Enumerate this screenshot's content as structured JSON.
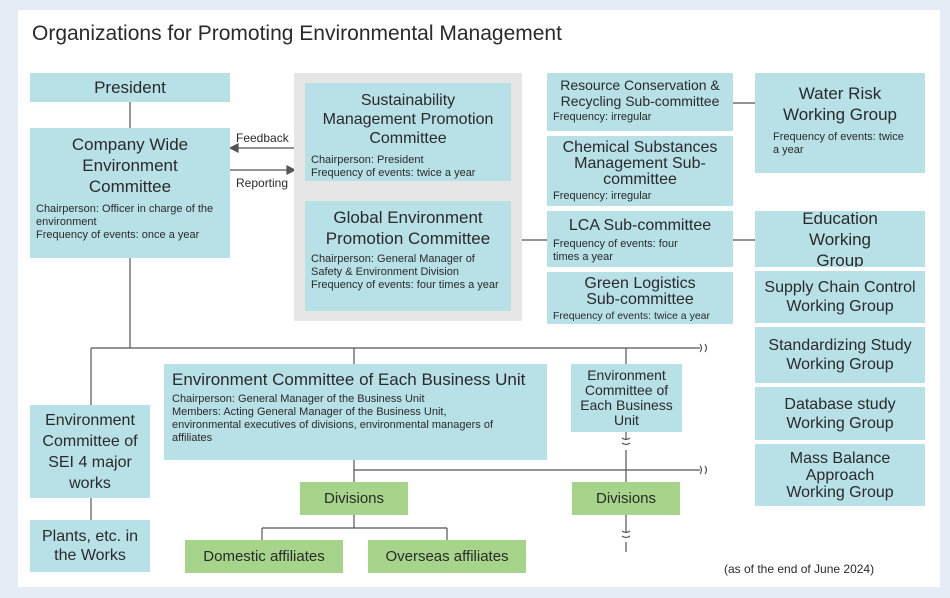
{
  "title": "Organizations for Promoting Environmental Management",
  "note": "(as of the end of June 2024)",
  "arrows": {
    "feedback": "Feedback",
    "reporting": "Reporting"
  },
  "president": "President",
  "company_committee": {
    "name": "Company Wide Environment Committee",
    "chair": "Chairperson: Officer in charge of the environment",
    "freq": "Frequency of events: once a year"
  },
  "sustainability_committee": {
    "name": "Sustainability Management Promotion Committee",
    "chair": "Chairperson: President",
    "freq": "Frequency of events: twice a year"
  },
  "global_committee": {
    "name": "Global Environment Promotion Committee",
    "chair": "Chairperson: General Manager of Safety & Environment Division",
    "freq": "Frequency of events: four times a year"
  },
  "subcommittees": {
    "resource": {
      "name": "Resource Conservation & Recycling Sub-committee",
      "freq": "Frequency: irregular"
    },
    "chemical": {
      "name": "Chemical Substances Management Sub-committee",
      "freq": "Frequency: irregular"
    },
    "lca": {
      "name": "LCA Sub-committee",
      "freq": "Frequency of events: four times a year"
    },
    "logistics": {
      "name": "Green Logistics Sub-committee",
      "freq": "Frequency of events: twice a year"
    }
  },
  "working_groups": {
    "water": {
      "name": "Water Risk Working Group",
      "freq": "Frequency of events: twice a year"
    },
    "education": "Education Working Group",
    "supply": "Supply Chain Control Working Group",
    "standardizing": "Standardizing Study Working Group",
    "database": "Database study Working Group",
    "mass_balance": "Mass Balance Approach Working Group"
  },
  "business_unit_committee": {
    "name": "Environment Committee of Each Business Unit",
    "chair": "Chairperson: General Manager of the Business Unit",
    "members": "Members: Acting General Manager of the Business Unit, environmental executives of divisions, environmental managers of affiliates"
  },
  "business_unit_small": "Environment Committee of Each Business Unit",
  "sei_committee": "Environment Committee of SEI 4 major works",
  "plants": "Plants, etc. in the Works",
  "divisions": "Divisions",
  "domestic": "Domestic affiliates",
  "overseas": "Overseas affiliates"
}
